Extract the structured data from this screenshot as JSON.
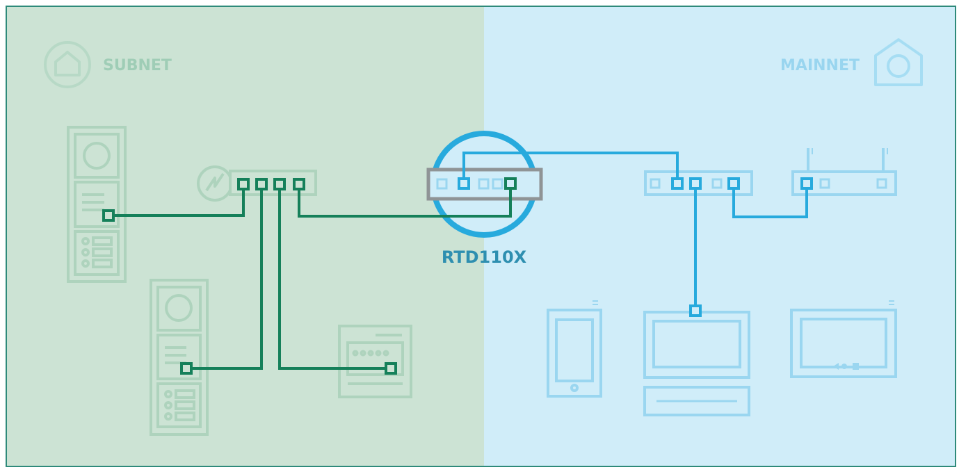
{
  "zones": {
    "subnet": {
      "label": "SUBNET",
      "icon": "home-icon"
    },
    "mainnet": {
      "label": "MAINNET",
      "icon": "home-icon"
    }
  },
  "router": {
    "label": "RTD110X"
  },
  "colors": {
    "subnet_bg": "#cce3d4",
    "mainnet_bg": "#d0edf9",
    "frame": "#2e8a7a",
    "subnet_device": "#aed3bd",
    "mainnet_device": "#9ad6f0",
    "subnet_label": "#9fcdb6",
    "mainnet_label": "#99d5ef",
    "subnet_line": "#15805a",
    "mainnet_line": "#27aadd",
    "router_label": "#2e8fb0",
    "router_box": "#8f9496"
  }
}
